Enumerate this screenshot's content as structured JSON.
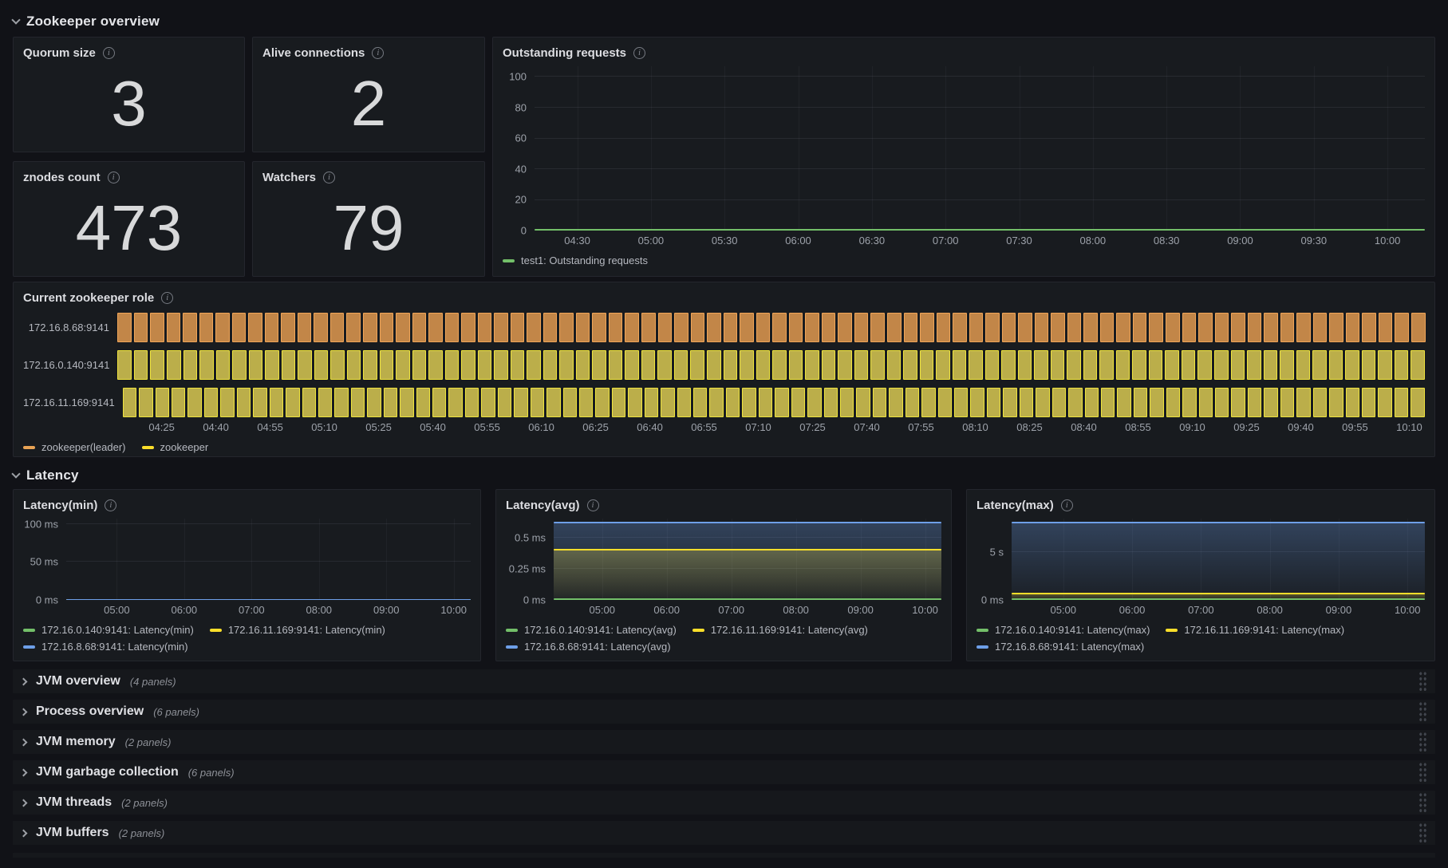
{
  "sections": {
    "zookeeper_overview": "Zookeeper overview",
    "latency": "Latency"
  },
  "stats": [
    {
      "title": "Quorum size",
      "value": "3"
    },
    {
      "title": "Alive connections",
      "value": "2"
    },
    {
      "title": "znodes count",
      "value": "473"
    },
    {
      "title": "Watchers",
      "value": "79"
    }
  ],
  "colors": {
    "green": "#73BF69",
    "yellow": "#FADE2A",
    "blue": "#6E9FE8",
    "orange": "#E8A355",
    "grid": "#26282e"
  },
  "charts": {
    "outstanding": {
      "type": "line",
      "title": "Outstanding requests",
      "ymax": 107,
      "yticks": [
        {
          "v": 0,
          "label": "0"
        },
        {
          "v": 20,
          "label": "20"
        },
        {
          "v": 40,
          "label": "40"
        },
        {
          "v": 60,
          "label": "60"
        },
        {
          "v": 80,
          "label": "80"
        },
        {
          "v": 100,
          "label": "100"
        }
      ],
      "xticks": [
        "04:30",
        "05:00",
        "05:30",
        "06:00",
        "06:30",
        "07:00",
        "07:30",
        "08:00",
        "08:30",
        "09:00",
        "09:30",
        "10:00"
      ],
      "series": [
        {
          "name": "test1: Outstanding requests",
          "color": "green",
          "value": 0.5,
          "fill": false
        }
      ],
      "legend": [
        {
          "label": "test1: Outstanding requests",
          "color": "green"
        }
      ]
    },
    "role": {
      "type": "state-timeline",
      "title": "Current zookeeper role",
      "segments": 80,
      "rows": [
        {
          "label": "172.16.8.68:9141",
          "state": "zookeeper(leader)"
        },
        {
          "label": "172.16.0.140:9141",
          "state": "zookeeper"
        },
        {
          "label": "172.16.11.169:9141",
          "state": "zookeeper"
        }
      ],
      "states": {
        "zookeeper(leader)": {
          "border": "#F0A558",
          "fill": "#C28648"
        },
        "zookeeper": {
          "border": "#EFE43E",
          "fill": "#BBAE4A"
        }
      },
      "xticks": [
        "04:25",
        "04:40",
        "04:55",
        "05:10",
        "05:25",
        "05:40",
        "05:55",
        "06:10",
        "06:25",
        "06:40",
        "06:55",
        "07:10",
        "07:25",
        "07:40",
        "07:55",
        "08:10",
        "08:25",
        "08:40",
        "08:55",
        "09:10",
        "09:25",
        "09:40",
        "09:55",
        "10:10"
      ],
      "legend": [
        {
          "label": "zookeeper(leader)",
          "color": "orange"
        },
        {
          "label": "zookeeper",
          "color": "yellow"
        }
      ]
    },
    "latency_min": {
      "type": "line",
      "title": "Latency(min)",
      "ymax": 107,
      "yticks": [
        {
          "v": 0,
          "label": "0 ms"
        },
        {
          "v": 50,
          "label": "50 ms"
        },
        {
          "v": 100,
          "label": "100 ms"
        }
      ],
      "xticks": [
        "05:00",
        "06:00",
        "07:00",
        "08:00",
        "09:00",
        "10:00"
      ],
      "series": [
        {
          "name": "172.16.0.140:9141: Latency(min)",
          "color": "green",
          "value": 0.4,
          "fill": false
        },
        {
          "name": "172.16.11.169:9141: Latency(min)",
          "color": "yellow",
          "value": 0.4,
          "fill": false
        },
        {
          "name": "172.16.8.68:9141: Latency(min)",
          "color": "blue",
          "value": 0.5,
          "fill": false
        }
      ],
      "legend": [
        {
          "label": "172.16.0.140:9141: Latency(min)",
          "color": "green"
        },
        {
          "label": "172.16.11.169:9141: Latency(min)",
          "color": "yellow"
        },
        {
          "label": "172.16.8.68:9141: Latency(min)",
          "color": "blue"
        }
      ]
    },
    "latency_avg": {
      "type": "line",
      "title": "Latency(avg)",
      "ymax": 0.65,
      "yticks": [
        {
          "v": 0,
          "label": "0 ms"
        },
        {
          "v": 0.25,
          "label": "0.25 ms"
        },
        {
          "v": 0.5,
          "label": "0.5 ms"
        }
      ],
      "xticks": [
        "05:00",
        "06:00",
        "07:00",
        "08:00",
        "09:00",
        "10:00"
      ],
      "series": [
        {
          "name": "172.16.0.140:9141: Latency(avg)",
          "color": "green",
          "value": 0.004,
          "fill": false
        },
        {
          "name": "172.16.11.169:9141: Latency(avg)",
          "color": "yellow",
          "value": 0.4,
          "fill": true
        },
        {
          "name": "172.16.8.68:9141: Latency(avg)",
          "color": "blue",
          "value": 0.62,
          "fill": true
        }
      ],
      "legend": [
        {
          "label": "172.16.0.140:9141: Latency(avg)",
          "color": "green"
        },
        {
          "label": "172.16.11.169:9141: Latency(avg)",
          "color": "yellow"
        },
        {
          "label": "172.16.8.68:9141: Latency(avg)",
          "color": "blue"
        }
      ]
    },
    "latency_max": {
      "type": "line",
      "title": "Latency(max)",
      "ymax": 8.5,
      "yticks": [
        {
          "v": 0,
          "label": "0 ms"
        },
        {
          "v": 5,
          "label": "5 s"
        }
      ],
      "xticks": [
        "05:00",
        "06:00",
        "07:00",
        "08:00",
        "09:00",
        "10:00"
      ],
      "series": [
        {
          "name": "172.16.0.140:9141: Latency(max)",
          "color": "green",
          "value": 0.06,
          "fill": false
        },
        {
          "name": "172.16.11.169:9141: Latency(max)",
          "color": "yellow",
          "value": 0.7,
          "fill": true
        },
        {
          "name": "172.16.8.68:9141: Latency(max)",
          "color": "blue",
          "value": 8.1,
          "fill": true
        }
      ],
      "legend": [
        {
          "label": "172.16.0.140:9141: Latency(max)",
          "color": "green"
        },
        {
          "label": "172.16.11.169:9141: Latency(max)",
          "color": "yellow"
        },
        {
          "label": "172.16.8.68:9141: Latency(max)",
          "color": "blue"
        }
      ]
    }
  },
  "collapsed_rows": [
    {
      "title": "JVM overview",
      "count": "(4 panels)"
    },
    {
      "title": "Process overview",
      "count": "(6 panels)"
    },
    {
      "title": "JVM memory",
      "count": "(2 panels)"
    },
    {
      "title": "JVM garbage collection",
      "count": "(6 panels)"
    },
    {
      "title": "JVM threads",
      "count": "(2 panels)"
    },
    {
      "title": "JVM buffers",
      "count": "(2 panels)"
    }
  ]
}
